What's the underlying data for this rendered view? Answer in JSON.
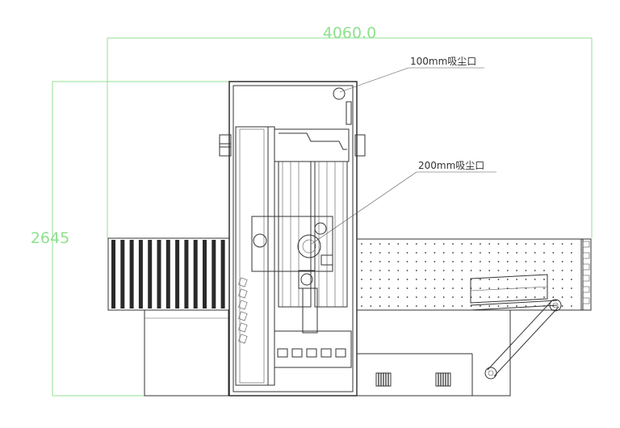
{
  "dimensions": {
    "width_label": "4060.0",
    "height_label": "2645"
  },
  "annotations": {
    "dust_port_small": "100mm吸尘口",
    "dust_port_large": "200mm吸尘口"
  },
  "colors": {
    "dimension": "#8fe08f",
    "line": "#333333"
  }
}
